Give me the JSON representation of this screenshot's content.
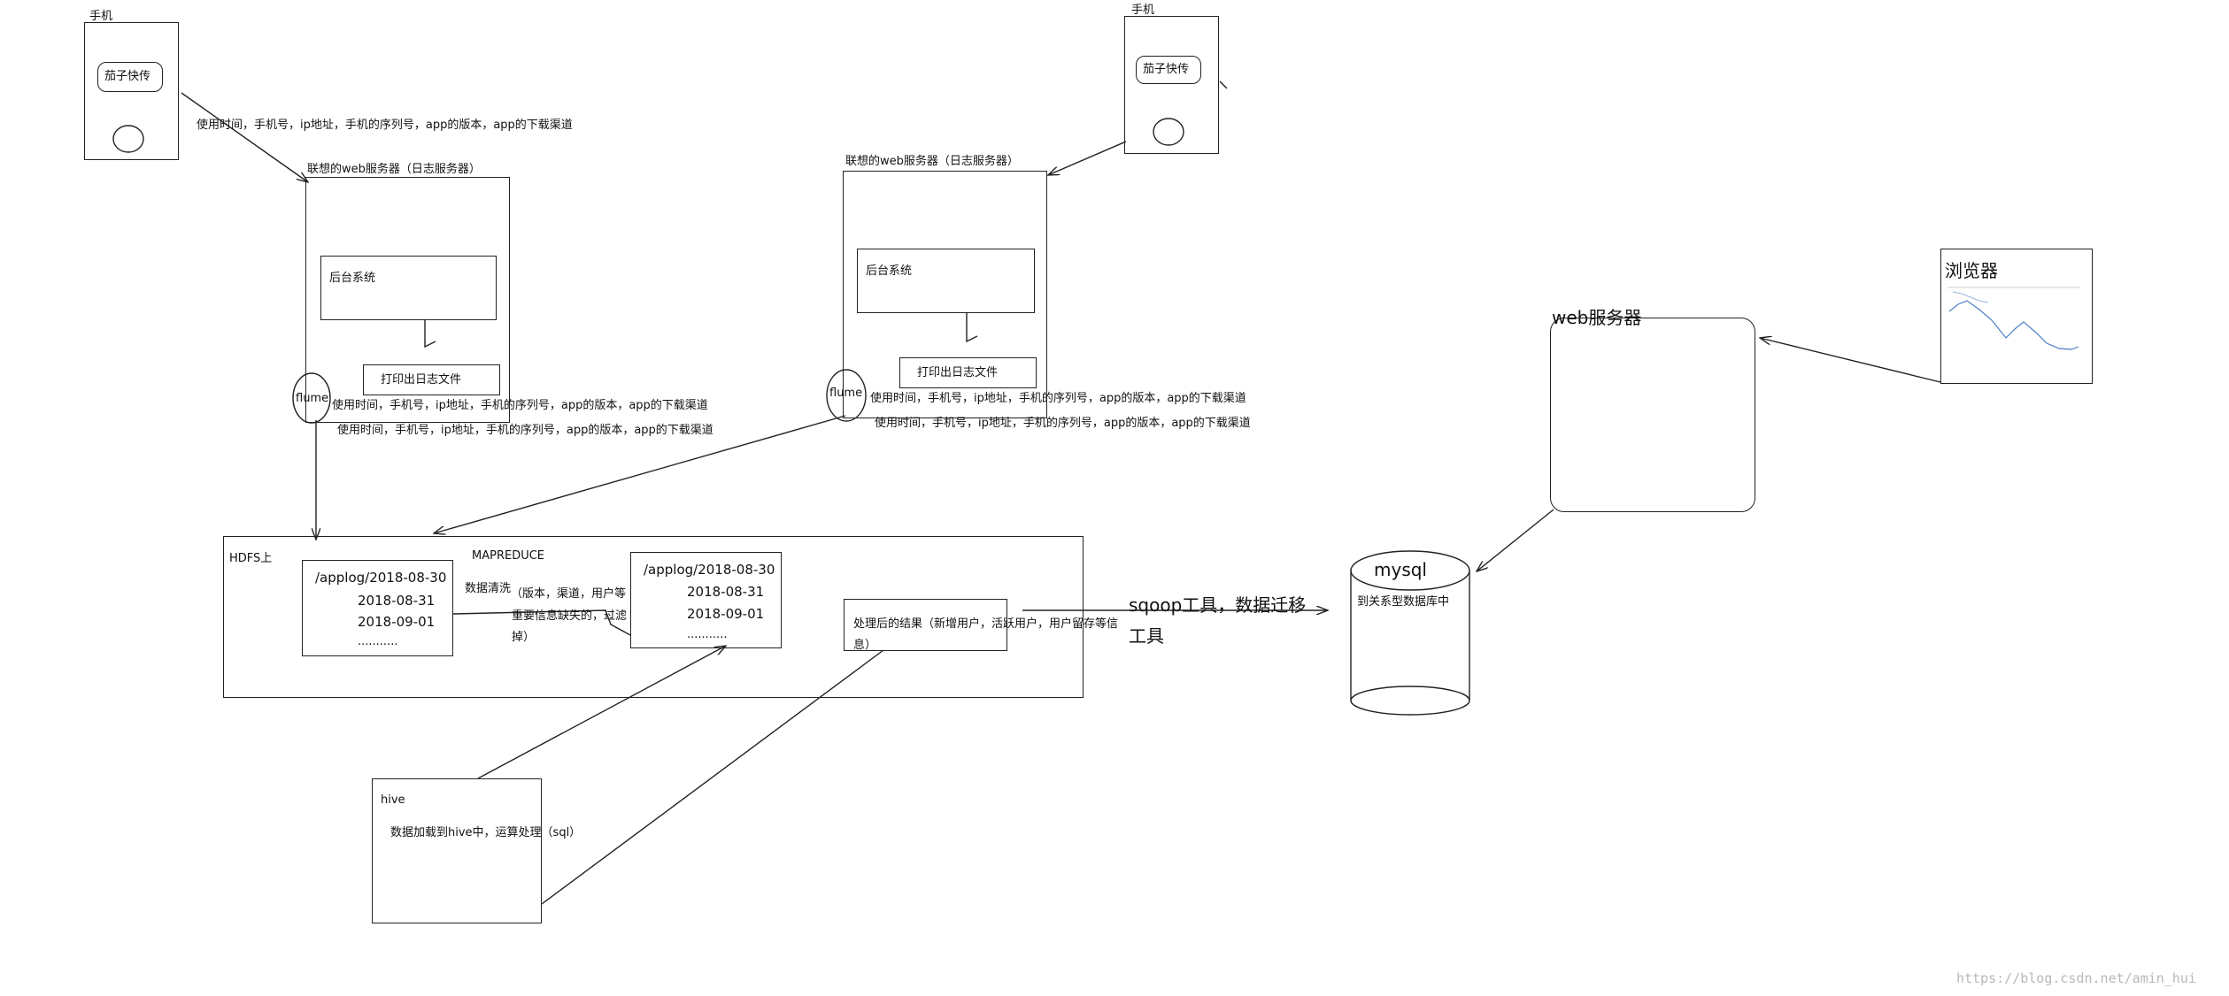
{
  "phone_left": {
    "title": "手机",
    "app_button": "茄子快传"
  },
  "phone_right": {
    "title": "手机",
    "app_button": "茄子快传"
  },
  "log_fields": "使用时间，手机号，ip地址，手机的序列号，app的版本，app的下载渠道",
  "server_left": {
    "title": "联想的web服务器（日志服务器）",
    "backend": "后台系统",
    "print_log": "打印出日志文件",
    "flume": "flume"
  },
  "server_right": {
    "title": "联想的web服务器（日志服务器）",
    "backend": "后台系统",
    "print_log": "打印出日志文件",
    "flume": "flume"
  },
  "hdfs": {
    "label": "HDFS上",
    "mapreduce": "MAPREDUCE",
    "raw_files": [
      "/applog/2018-08-30",
      "2018-08-31",
      "2018-09-01",
      "..........."
    ],
    "clean_label": "数据清洗",
    "clean_desc": [
      "（版本，渠道，用户等",
      "重要信息缺失的，过滤",
      "掉）"
    ],
    "clean_files": [
      "/applog/2018-08-30",
      "2018-08-31",
      "2018-09-01",
      "..........."
    ],
    "result": [
      "处理后的结果（新增用户，活跃用户，用户留存等信",
      "息）"
    ]
  },
  "hive": {
    "title": "hive",
    "desc": "数据加载到hive中，运算处理（sql）"
  },
  "sqoop": [
    "sqoop工具，数据迁移",
    "工具"
  ],
  "mysql": {
    "title": "mysql",
    "desc": "到关系型数据库中"
  },
  "web_server": "web服务器",
  "browser": "浏览器",
  "watermark": "https://blog.csdn.net/amin_hui"
}
